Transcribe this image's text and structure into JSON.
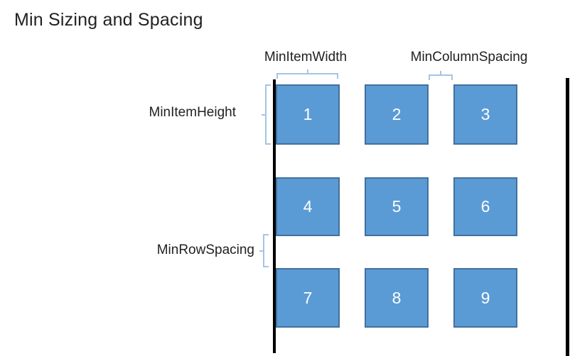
{
  "title": "Min Sizing and Spacing",
  "labels": {
    "min_item_width": "MinItemWidth",
    "min_column_spacing": "MinColumnSpacing",
    "min_item_height": "MinItemHeight",
    "min_row_spacing": "MinRowSpacing"
  },
  "grid": {
    "items": [
      "1",
      "2",
      "3",
      "4",
      "5",
      "6",
      "7",
      "8",
      "9"
    ]
  },
  "colors": {
    "square_fill": "#5B9BD5",
    "square_border": "#41719C",
    "brace": "#A6C4E4",
    "line": "#000000",
    "number_text": "#FFFFFF",
    "label_text": "#212121",
    "bg": "#FFFFFF"
  }
}
